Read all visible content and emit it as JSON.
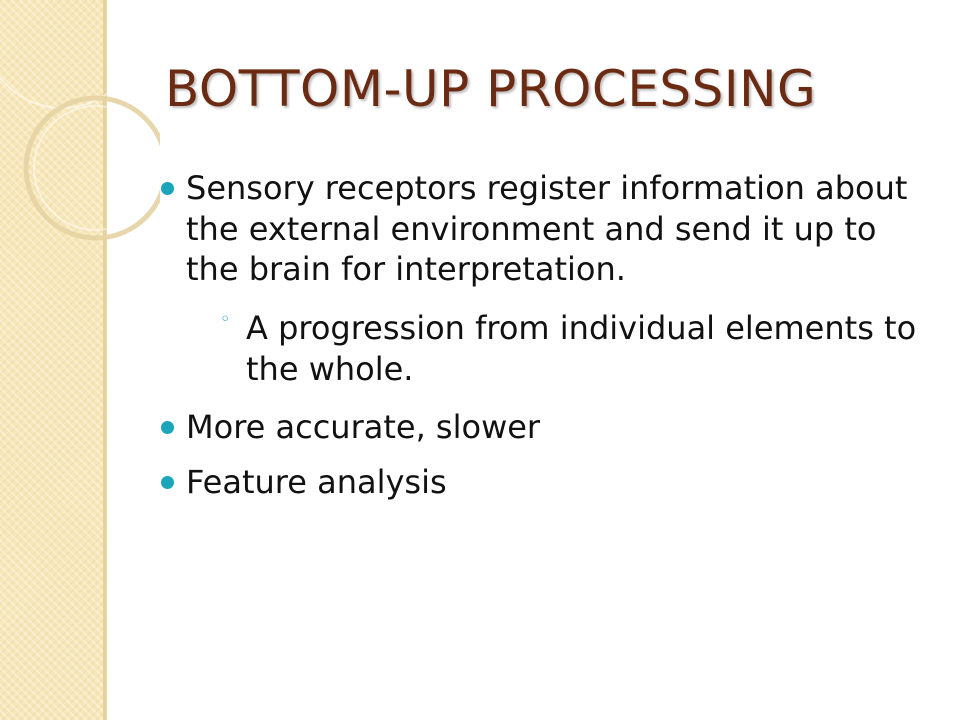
{
  "slide": {
    "title": "BOTTOM-UP PROCESSING",
    "bullets": [
      {
        "text": "Sensory receptors register information about the external environment and send it up to the brain for interpretation.",
        "sub_bullets": [
          "A progression from individual elements to the whole."
        ]
      },
      {
        "text": "More accurate, slower"
      },
      {
        "text": "Feature analysis"
      }
    ],
    "sub_bullet_marker": "◦"
  },
  "colors": {
    "title": "#6b2a12",
    "bullet_accent": "#1ba5bb",
    "side_band": "#f8e7b9"
  },
  "icons": {
    "bullet": "filled-circle-bullet-icon",
    "sub_bullet": "hollow-circle-bullet-icon",
    "decoration": "concentric-rings-decoration"
  }
}
